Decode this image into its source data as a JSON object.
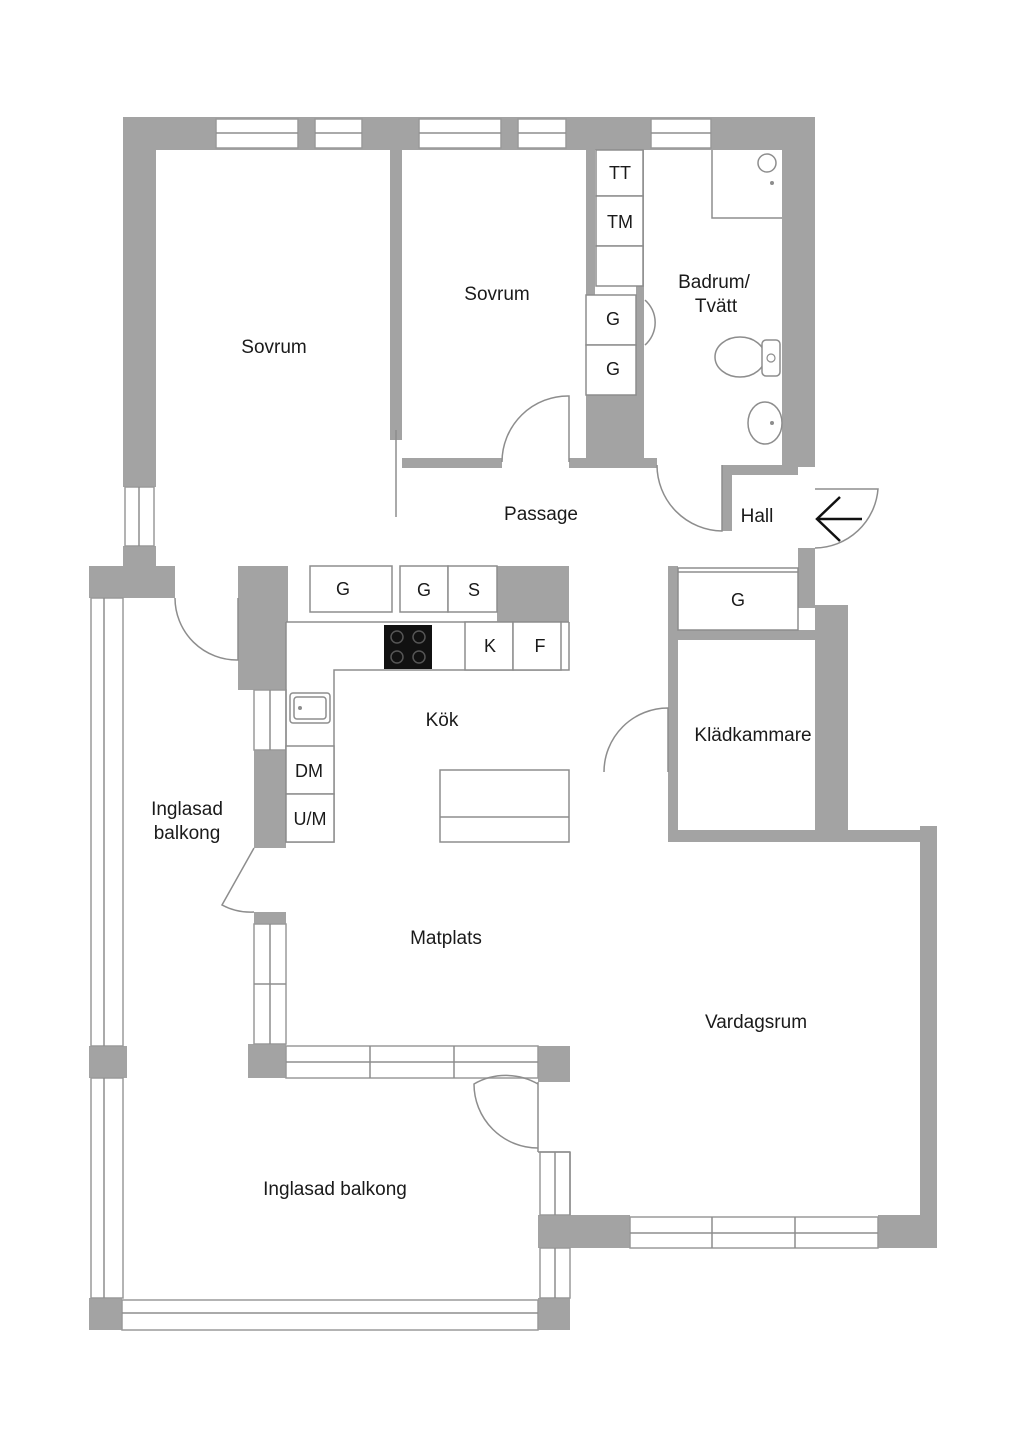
{
  "rooms": {
    "sovrum_large": "Sovrum",
    "sovrum_small": "Sovrum",
    "badrum_line1": "Badrum/",
    "badrum_line2": "Tvätt",
    "passage": "Passage",
    "hall": "Hall",
    "kok": "Kök",
    "kladkammare": "Klädkammare",
    "balkong_upper_line1": "Inglasad",
    "balkong_upper_line2": "balkong",
    "matplats": "Matplats",
    "vardagsrum": "Vardagsrum",
    "balkong_lower": "Inglasad balkong"
  },
  "fixtures": {
    "tt": "TT",
    "tm": "TM",
    "g_bath_1": "G",
    "g_bath_2": "G",
    "g_kitchen_1": "G",
    "g_kitchen_2": "G",
    "s_kitchen": "S",
    "k_kitchen": "K",
    "f_kitchen": "F",
    "dm": "DM",
    "um": "U/M",
    "g_hall": "G"
  },
  "colors": {
    "wall": "#a3a3a3",
    "line": "#8d8d8d",
    "stove": "#111111",
    "background": "#ffffff"
  }
}
